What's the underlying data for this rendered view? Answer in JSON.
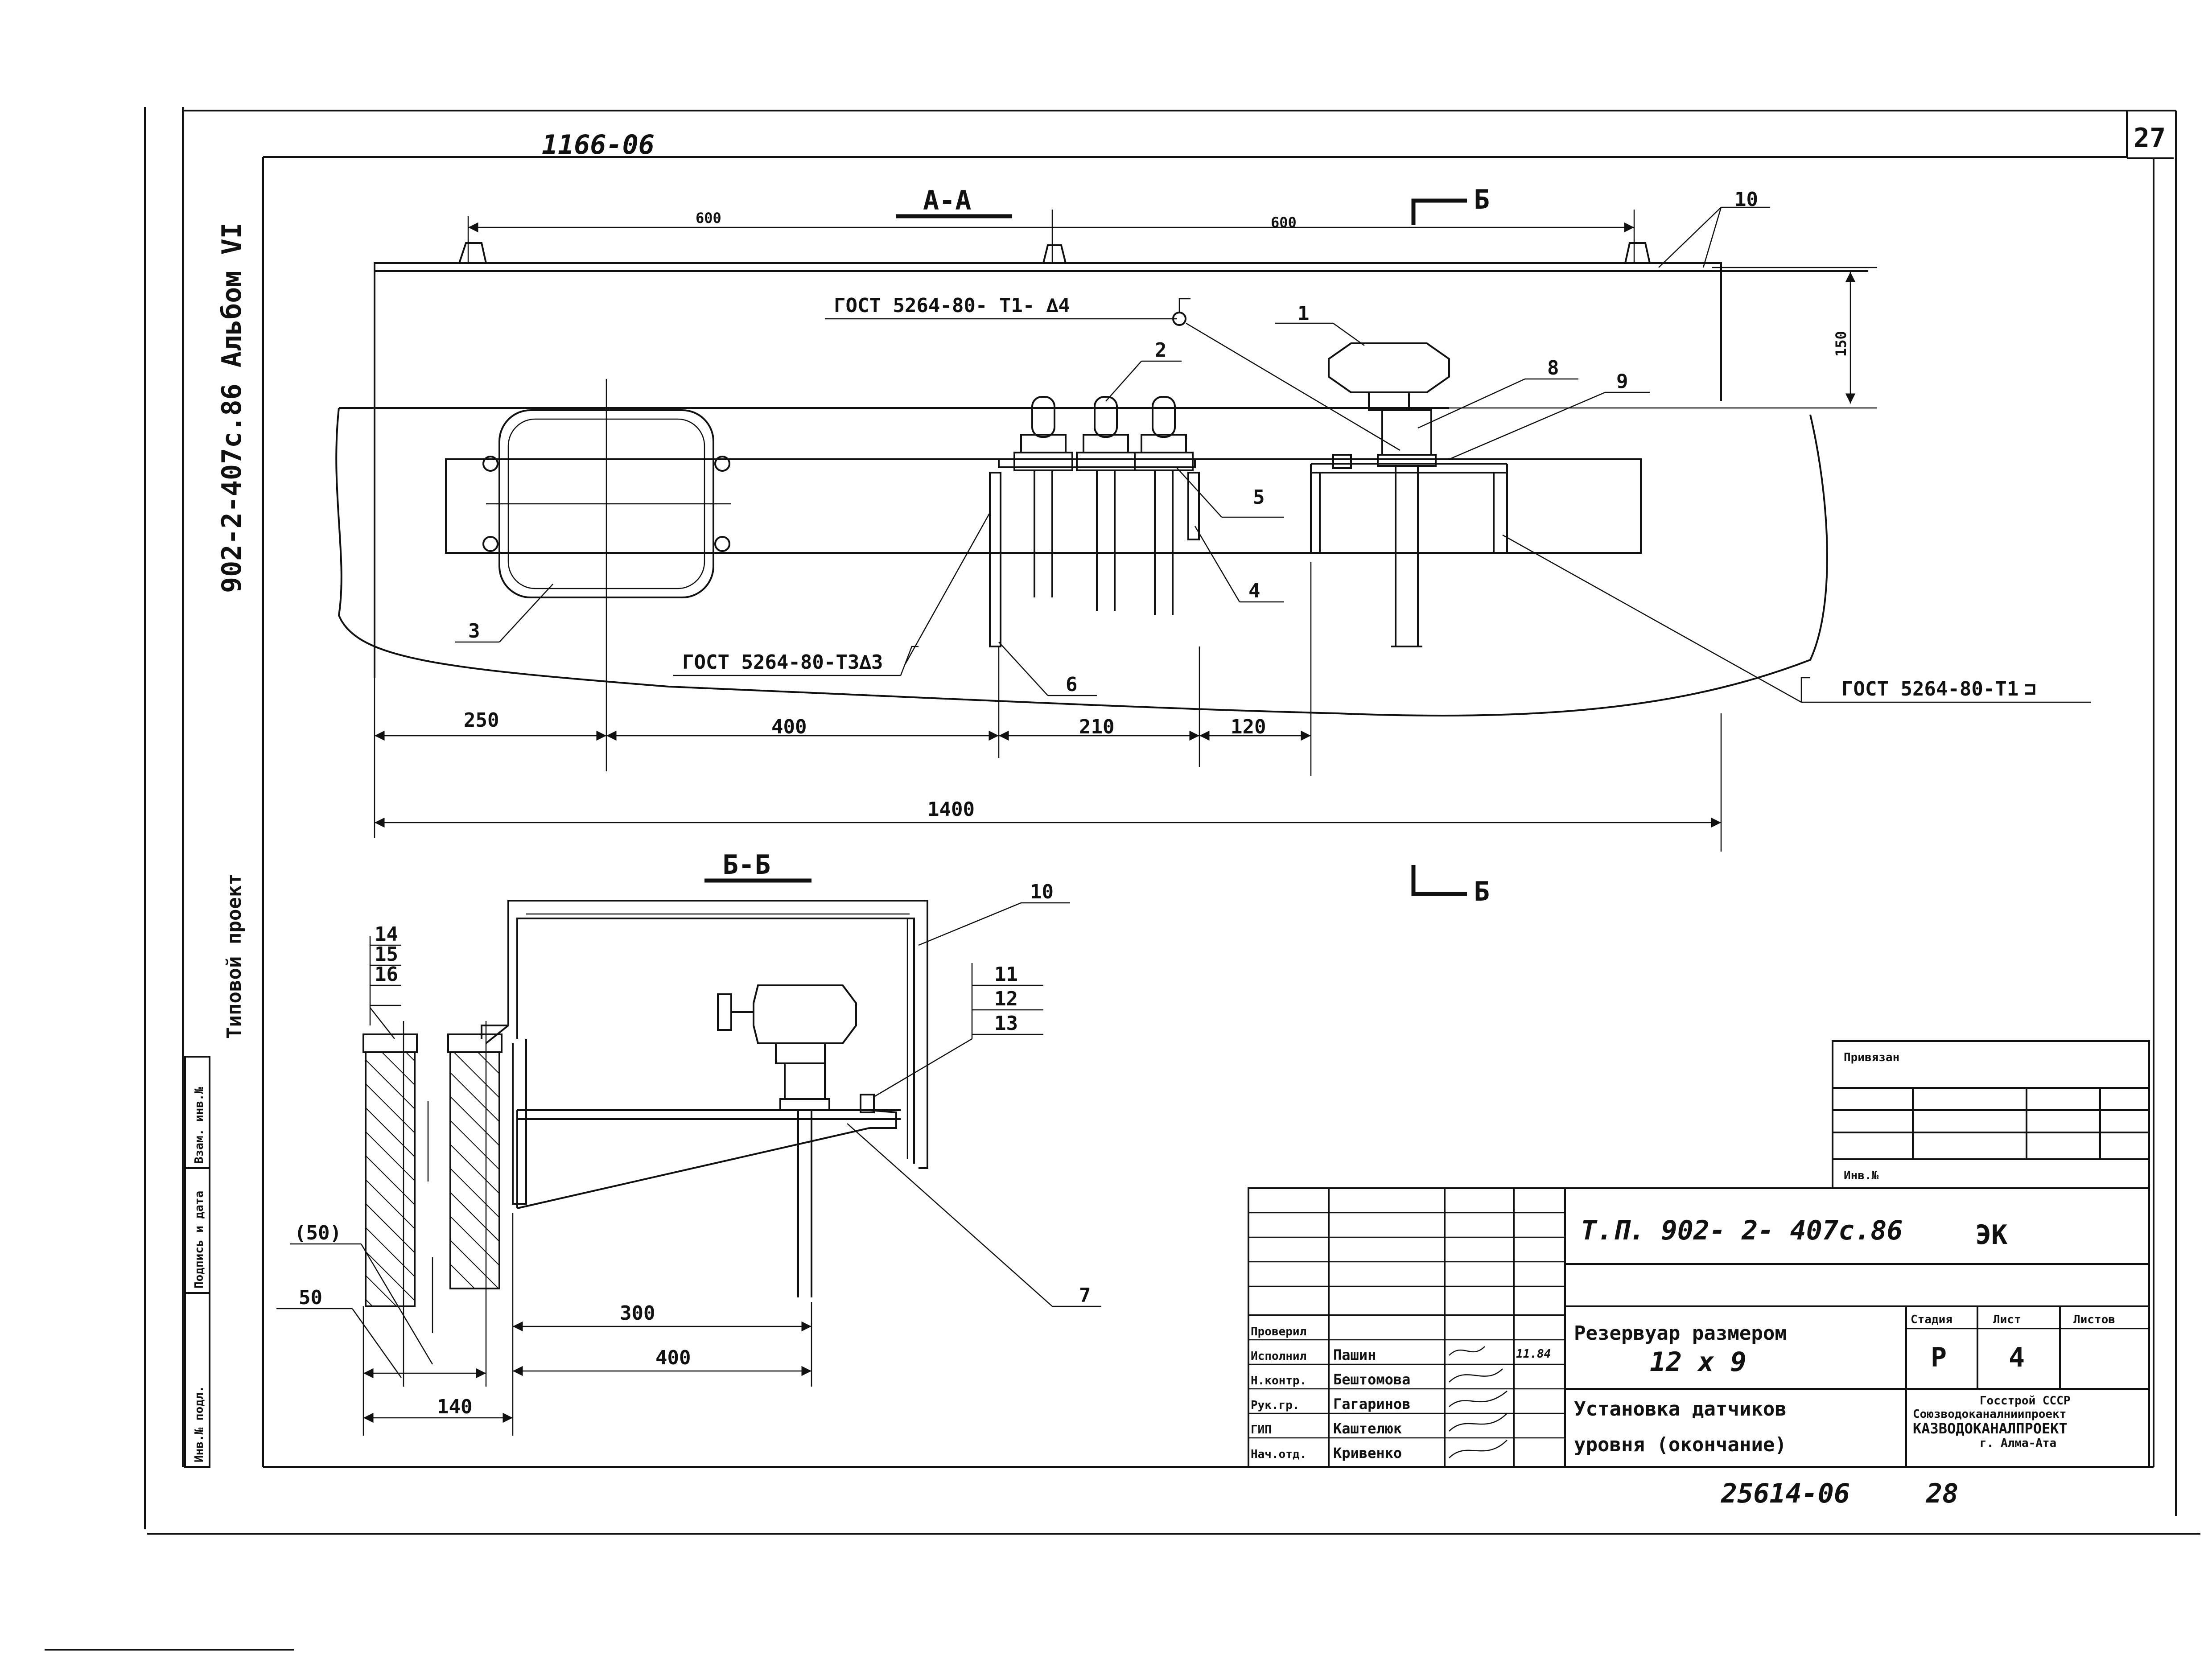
{
  "header": {
    "doc_number": "1166-06",
    "sheet_corner": "27"
  },
  "side_strip": {
    "album_code": "902-2-407с.86  Альбом VI",
    "project_type": "Типовой   проект",
    "cells": [
      "Инв.№ подл.",
      "Подпись и дата",
      "Взам. инв.№"
    ]
  },
  "section_a": {
    "title": "А-А",
    "dim_top_left": "600",
    "dim_top_right": "600",
    "cut_mark": "Б",
    "dim_height": "150",
    "weld1": "ГОСТ 5264-80- Т1- ∆4",
    "weld2": "ГОСТ 5264-80-Т3∆3",
    "weld3": "ГОСТ 5264-80-Т1",
    "dims_bottom": [
      "250",
      "400",
      "210",
      "120"
    ],
    "dim_total": "1400",
    "callouts": [
      "1",
      "2",
      "3",
      "4",
      "5",
      "6",
      "8",
      "9",
      "10"
    ]
  },
  "section_b": {
    "title": "Б-Б",
    "callouts_left": [
      "14",
      "15",
      "16"
    ],
    "callouts_right": [
      "11",
      "12",
      "13"
    ],
    "callout_top": "10",
    "callout_bottom": "7",
    "dims": [
      "(50)",
      "50",
      "140",
      "300",
      "400"
    ]
  },
  "binding_box": {
    "label": "Привязан",
    "inv_label": "Инв.№"
  },
  "title_block": {
    "doc_code": "Т.П. 902- 2- 407с.86",
    "mark": "ЭК",
    "roles": [
      "Проверил",
      "Исполнил",
      "Н.контр.",
      "Рук.гр.",
      "ГИП",
      "Нач.отд."
    ],
    "names": [
      "Пашин",
      "Бештомова",
      "Гагаринов",
      "Каштелюк",
      "Кривенко"
    ],
    "date": "11.84",
    "object_line1": "Резервуар размером",
    "object_line2": "12 х 9",
    "sheet_title_line1": "Установка датчиков",
    "sheet_title_line2": "уровня (окончание)",
    "col_stage": "Стадия",
    "col_sheet": "Лист",
    "col_sheets": "Листов",
    "stage": "Р",
    "sheet": "4",
    "org_line1": "Госстрой СССР",
    "org_line2": "Союзводоканалниипроект",
    "org_line3": "КАЗВОДОКАНАЛПРОЕКТ",
    "org_line4": "г. Алма-Ата"
  },
  "footer": {
    "archive_number": "25614-06",
    "page_number": "28"
  }
}
